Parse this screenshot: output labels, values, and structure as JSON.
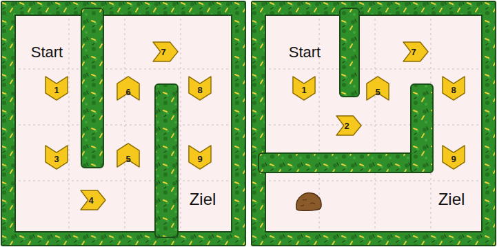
{
  "diagram": {
    "nodes": [
      {
        "text": [
          "1"
        ]
      },
      {
        "text": [
          "3"
        ]
      },
      {
        "text": [
          "4"
        ]
      },
      {
        "text": [
          "5"
        ]
      },
      {
        "text": [
          "6"
        ]
      },
      {
        "text": [
          "7"
        ]
      },
      {
        "text": [
          "8"
        ]
      },
      {
        "text": [
          "9"
        ]
      },
      {
        "text": [
          "1"
        ]
      },
      {
        "text": [
          "2"
        ]
      },
      {
        "text": [
          "5"
        ]
      },
      {
        "text": [
          "7"
        ]
      },
      {
        "text": [
          "8"
        ]
      },
      {
        "text": [
          "9"
        ]
      }
    ],
    "labels": [
      "Start",
      "Ziel",
      "Start",
      "Ziel"
    ]
  }
}
